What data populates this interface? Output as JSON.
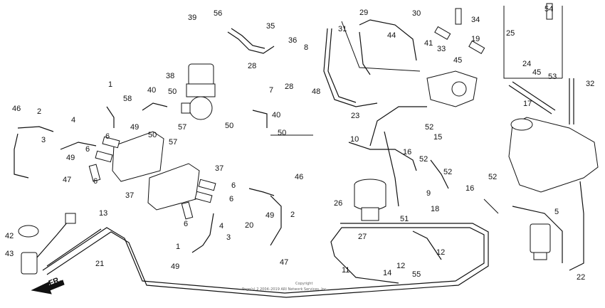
{
  "fr_label": "FR.",
  "copyright": {
    "line1": "Copyright",
    "line2": "Page(s) 2 2004–2019 ARI Network Services, Inc."
  },
  "labels": [
    {
      "id": "l39",
      "text": "39"
    },
    {
      "id": "l56",
      "text": "56"
    },
    {
      "id": "l35",
      "text": "35"
    },
    {
      "id": "l36",
      "text": "36"
    },
    {
      "id": "l8",
      "text": "8"
    },
    {
      "id": "l28a",
      "text": "28"
    },
    {
      "id": "l28b",
      "text": "28"
    },
    {
      "id": "l7",
      "text": "7"
    },
    {
      "id": "l48",
      "text": "48"
    },
    {
      "id": "l38",
      "text": "38"
    },
    {
      "id": "l1a",
      "text": "1"
    },
    {
      "id": "l58",
      "text": "58"
    },
    {
      "id": "l40a",
      "text": "40"
    },
    {
      "id": "l50a",
      "text": "50"
    },
    {
      "id": "l40b",
      "text": "40"
    },
    {
      "id": "l50b",
      "text": "50"
    },
    {
      "id": "l50c",
      "text": "50"
    },
    {
      "id": "l50d",
      "text": "50"
    },
    {
      "id": "l57a",
      "text": "57"
    },
    {
      "id": "l57b",
      "text": "57"
    },
    {
      "id": "l49a",
      "text": "49"
    },
    {
      "id": "l49b",
      "text": "49"
    },
    {
      "id": "l49c",
      "text": "49"
    },
    {
      "id": "l49d",
      "text": "49"
    },
    {
      "id": "l46a",
      "text": "46"
    },
    {
      "id": "l2a",
      "text": "2"
    },
    {
      "id": "l4",
      "text": "4"
    },
    {
      "id": "l3a",
      "text": "3"
    },
    {
      "id": "l47a",
      "text": "47"
    },
    {
      "id": "l6a",
      "text": "6"
    },
    {
      "id": "l6b",
      "text": "6"
    },
    {
      "id": "l6c",
      "text": "6"
    },
    {
      "id": "l37a",
      "text": "37"
    },
    {
      "id": "l37b",
      "text": "37"
    },
    {
      "id": "l6d",
      "text": "6"
    },
    {
      "id": "l6e",
      "text": "6"
    },
    {
      "id": "l6f",
      "text": "6"
    },
    {
      "id": "l46b",
      "text": "46"
    },
    {
      "id": "l2b",
      "text": "2"
    },
    {
      "id": "l20",
      "text": "20"
    },
    {
      "id": "l4b",
      "text": "4"
    },
    {
      "id": "l3b",
      "text": "3"
    },
    {
      "id": "l47b",
      "text": "47"
    },
    {
      "id": "l1b",
      "text": "1"
    },
    {
      "id": "l42",
      "text": "42"
    },
    {
      "id": "l43",
      "text": "43"
    },
    {
      "id": "l13",
      "text": "13"
    },
    {
      "id": "l21",
      "text": "21"
    },
    {
      "id": "l29",
      "text": "29"
    },
    {
      "id": "l30",
      "text": "30"
    },
    {
      "id": "l31",
      "text": "31"
    },
    {
      "id": "l44",
      "text": "44"
    },
    {
      "id": "l34",
      "text": "34"
    },
    {
      "id": "l41",
      "text": "41"
    },
    {
      "id": "l33",
      "text": "33"
    },
    {
      "id": "l19",
      "text": "19"
    },
    {
      "id": "l45a",
      "text": "45"
    },
    {
      "id": "l54",
      "text": "54"
    },
    {
      "id": "l25",
      "text": "25"
    },
    {
      "id": "l24",
      "text": "24"
    },
    {
      "id": "l45b",
      "text": "45"
    },
    {
      "id": "l53",
      "text": "53"
    },
    {
      "id": "l32",
      "text": "32"
    },
    {
      "id": "l23",
      "text": "23"
    },
    {
      "id": "l17",
      "text": "17"
    },
    {
      "id": "l10",
      "text": "10"
    },
    {
      "id": "l52a",
      "text": "52"
    },
    {
      "id": "l15",
      "text": "15"
    },
    {
      "id": "l16a",
      "text": "16"
    },
    {
      "id": "l52b",
      "text": "52"
    },
    {
      "id": "l52c",
      "text": "52"
    },
    {
      "id": "l52d",
      "text": "52"
    },
    {
      "id": "l16b",
      "text": "16"
    },
    {
      "id": "l9",
      "text": "9"
    },
    {
      "id": "l26",
      "text": "26"
    },
    {
      "id": "l18",
      "text": "18"
    },
    {
      "id": "l51",
      "text": "51"
    },
    {
      "id": "l27",
      "text": "27"
    },
    {
      "id": "l5",
      "text": "5"
    },
    {
      "id": "l11",
      "text": "11"
    },
    {
      "id": "l14",
      "text": "14"
    },
    {
      "id": "l12a",
      "text": "12"
    },
    {
      "id": "l12b",
      "text": "12"
    },
    {
      "id": "l55",
      "text": "55"
    },
    {
      "id": "l22",
      "text": "22"
    }
  ]
}
